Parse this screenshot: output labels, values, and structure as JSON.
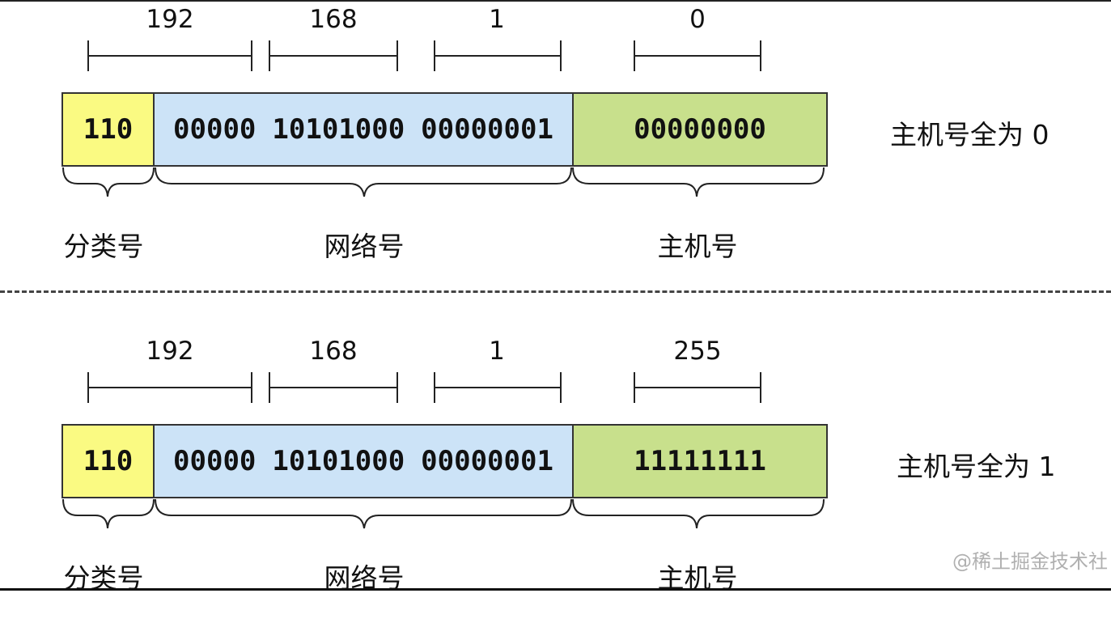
{
  "diagrams": [
    {
      "octets": [
        "192",
        "168",
        "1",
        "0"
      ],
      "class_bits": "110",
      "network_bits": [
        "00000",
        "10101000",
        "00000001"
      ],
      "host_bits": "00000000",
      "note": "主机号全为 0",
      "labels": {
        "class": "分类号",
        "network": "网络号",
        "host": "主机号"
      }
    },
    {
      "octets": [
        "192",
        "168",
        "1",
        "255"
      ],
      "class_bits": "110",
      "network_bits": [
        "00000",
        "10101000",
        "00000001"
      ],
      "host_bits": "11111111",
      "note": "主机号全为 1",
      "labels": {
        "class": "分类号",
        "network": "网络号",
        "host": "主机号"
      }
    }
  ],
  "colors": {
    "class": "#fafa82",
    "network": "#cce3f7",
    "host": "#c8e08c"
  },
  "watermark": "@稀土掘金技术社"
}
